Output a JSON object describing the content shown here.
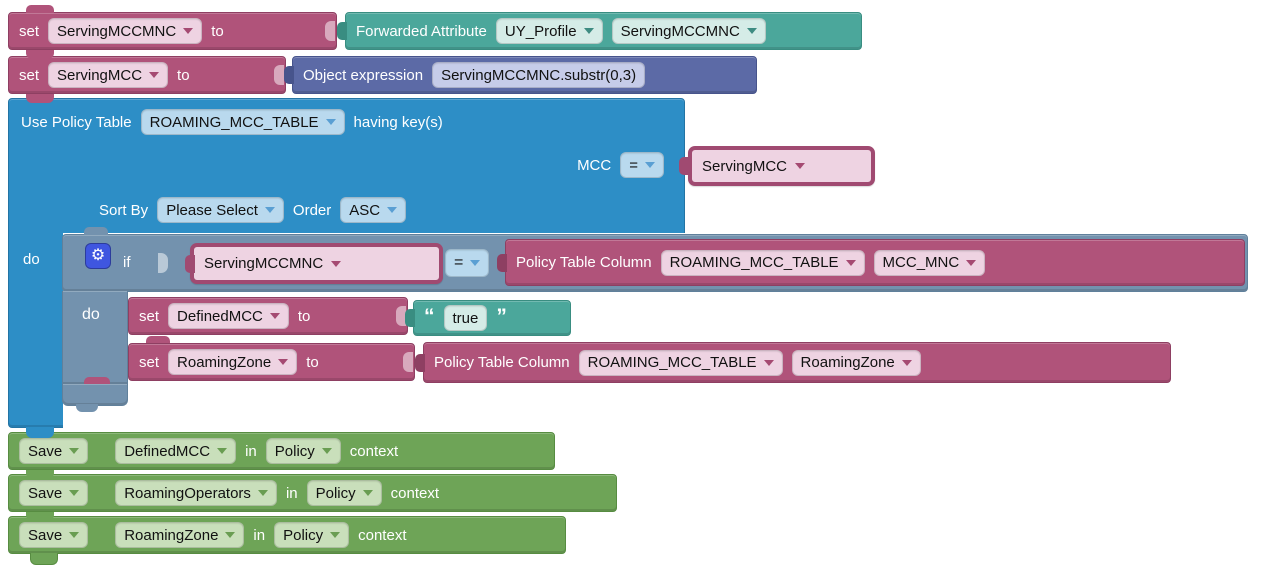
{
  "palette": {
    "pink": "#b0537a",
    "pinkDark": "#8e3f62",
    "pinkField": "#eed3e2",
    "pinkArrow": "#a54a72",
    "pillBorder": "#a04a71",
    "teal": "#4ba79b",
    "tealDark": "#398d81",
    "tealField": "#d5ece7",
    "tealArrow": "#3e8c82",
    "indigo": "#5c6aa6",
    "indigoDark": "#47548c",
    "indigoField": "#c6cce9",
    "blue": "#2d8ec6",
    "blueDark": "#2374a4",
    "blueField": "#b9d9ee",
    "blueArrow": "#5a9fd3",
    "steel": "#7392ae",
    "steelDark": "#60809b",
    "green": "#6ea457",
    "greenDark": "#578c41",
    "greenField": "#c9dfbb",
    "greenArrow": "#699d52",
    "gearBlue": "#3f56e0"
  },
  "row1": {
    "set_block": {
      "kw_set": "set",
      "variable": "ServingMCCMNC",
      "kw_to": "to"
    },
    "forwarded_attribute_block": {
      "label": "Forwarded Attribute",
      "profile": "UY_Profile",
      "attribute": "ServingMCCMNC"
    }
  },
  "row2": {
    "set_block": {
      "kw_set": "set",
      "variable": "ServingMCC",
      "kw_to": "to"
    },
    "object_expression_block": {
      "label": "Object expression",
      "expression": "ServingMCCMNC.substr(0,3)"
    }
  },
  "policy_table_block": {
    "kw_use": "Use Policy Table",
    "table": "ROAMING_MCC_TABLE",
    "kw_having": "having key(s)",
    "key_row": {
      "name": "MCC",
      "operator": "=",
      "value_variable": "ServingMCC"
    },
    "sort_row": {
      "kw_sort_by": "Sort By",
      "sort_value": "Please Select",
      "kw_order": "Order",
      "order_value": "ASC"
    },
    "kw_do": "do"
  },
  "if_block": {
    "kw_if": "if",
    "kw_do": "do",
    "left_variable": "ServingMCCMNC",
    "operator": "=",
    "right_block": {
      "label": "Policy Table Column",
      "table": "ROAMING_MCC_TABLE",
      "column": "MCC_MNC"
    },
    "body": {
      "set_defined_mcc": {
        "kw_set": "set",
        "variable": "DefinedMCC",
        "kw_to": "to",
        "string_value": {
          "open_quote": "“",
          "text": "true",
          "close_quote": "”"
        }
      },
      "set_roaming_zone": {
        "kw_set": "set",
        "variable": "RoamingZone",
        "kw_to": "to",
        "value_block": {
          "label": "Policy Table Column",
          "table": "ROAMING_MCC_TABLE",
          "column": "RoamingZone"
        }
      }
    }
  },
  "save_blocks": [
    {
      "kw_save": "Save",
      "variable": "DefinedMCC",
      "kw_in": "in",
      "context": "Policy",
      "kw_context": "context"
    },
    {
      "kw_save": "Save",
      "variable": "RoamingOperators",
      "kw_in": "in",
      "context": "Policy",
      "kw_context": "context"
    },
    {
      "kw_save": "Save",
      "variable": "RoamingZone",
      "kw_in": "in",
      "context": "Policy",
      "kw_context": "context"
    }
  ]
}
